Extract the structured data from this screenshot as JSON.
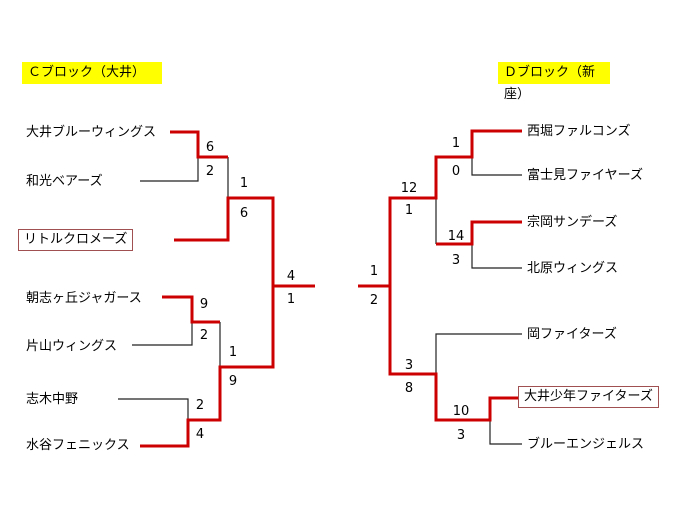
{
  "blocks": {
    "c_label": "Ｃブロック（大井）",
    "d_label": "Ｄブロック（新座）"
  },
  "teams": {
    "c1": "大井ブルーウィングス",
    "c2": "和光ベアーズ",
    "c3": "リトルクロメーズ",
    "c4": "朝志ヶ丘ジャガース",
    "c5": "片山ウィングス",
    "c6": "志木中野",
    "c7": "水谷フェニックス",
    "d1": "西堀ファルコンズ",
    "d2": "富士見ファイヤーズ",
    "d3": "宗岡サンデーズ",
    "d4": "北原ウィングス",
    "d5": "岡ファイターズ",
    "d6": "大井少年ファイターズ",
    "d7": "ブルーエンジェルス"
  },
  "scores": {
    "c_r1a_top": "6",
    "c_r1a_bot": "2",
    "c_r2a_top": "1",
    "c_r2a_bot": "6",
    "c_r1b_top": "9",
    "c_r1b_bot": "2",
    "c_r1c_top": "2",
    "c_r1c_bot": "4",
    "c_r2b_top": "1",
    "c_r2b_bot": "9",
    "c_final_top": "4",
    "c_final_bot": "1",
    "d_final_top": "1",
    "d_final_bot": "2",
    "d_r1a_top": "1",
    "d_r1a_bot": "0",
    "d_r1b_top": "14",
    "d_r1b_bot": "3",
    "d_r2a_top": "12",
    "d_r2a_bot": "1",
    "d_r1c_top": "10",
    "d_r1c_bot": "3",
    "d_r2b_top": "3",
    "d_r2b_bot": "8"
  },
  "colors": {
    "winner_line": "#cc0000",
    "loser_line": "#222222",
    "block_label_bg": "#ffff00",
    "boxed_border": "#a05050"
  }
}
